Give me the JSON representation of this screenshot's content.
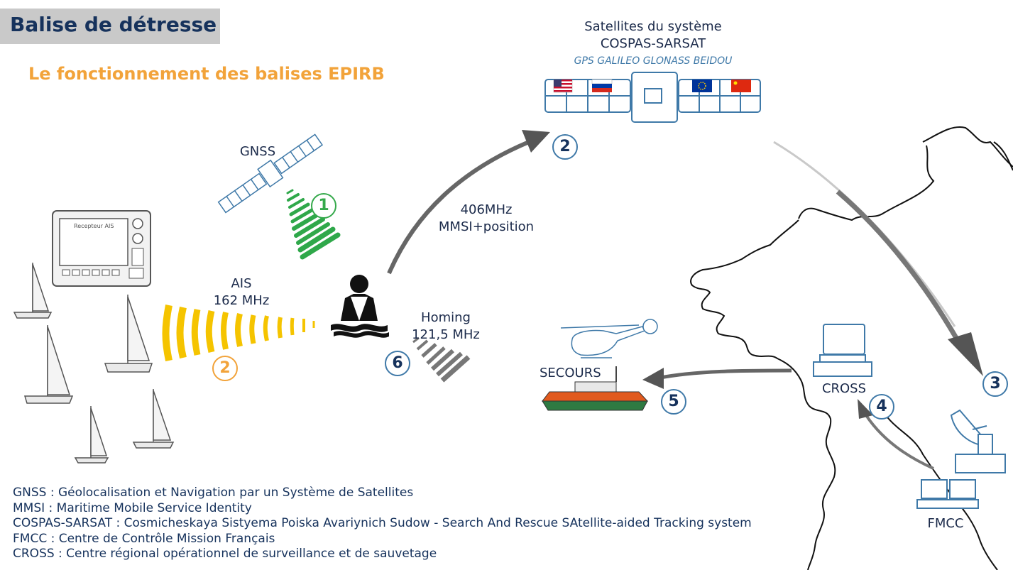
{
  "header": {
    "title": "Balise de détresse",
    "subtitle": "Le fonctionnement des balises EPIRB"
  },
  "satellites": {
    "title_line1": "Satellites du système",
    "title_line2": "COSPAS-SARSAT",
    "constellations": "GPS GALILEO GLONASS BEIDOU"
  },
  "labels": {
    "gnss": "GNSS",
    "ais_line1": "AIS",
    "ais_line2": "162 MHz",
    "uplink_line1": "406MHz",
    "uplink_line2": "MMSI+position",
    "homing_line1": "Homing",
    "homing_line2": "121,5 MHz",
    "secours": "SECOURS",
    "cross": "CROSS",
    "fmcc": "FMCC",
    "ais_receiver": "Recepteur AIS"
  },
  "steps": {
    "gnss": "1",
    "ais": "2",
    "satellite": "2",
    "fmcc": "3",
    "cross": "4",
    "secours": "5",
    "homing": "6"
  },
  "legend": [
    "GNSS : Géolocalisation et Navigation par un Système de Satellites",
    "MMSI : Maritime Mobile Service Identity",
    "COSPAS-SARSAT : Cosmicheskaya Sistyema Poiska Avariynich Sudow - Search And Rescue SAtellite-aided Tracking system",
    "FMCC : Centre de Contrôle Mission Français",
    "CROSS : Centre régional opérationnel de surveillance et de sauvetage"
  ],
  "colors": {
    "navy": "#16325c",
    "blue": "#3f79a8",
    "green": "#35a94b",
    "orange": "#f2a33a",
    "yellow": "#f5c400",
    "gray_arrow": "#5a5a5a"
  }
}
